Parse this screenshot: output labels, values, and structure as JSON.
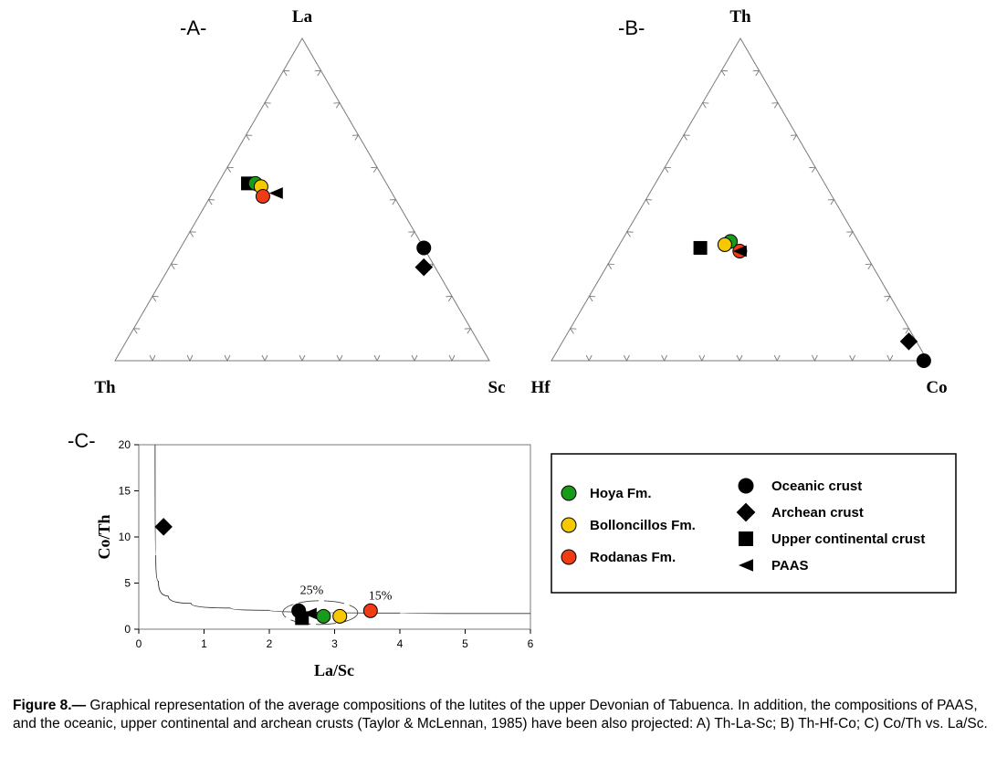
{
  "colors": {
    "hoya": "#1a9a1a",
    "bolloncillos": "#f6c800",
    "rodanas": "#f03c14",
    "reference": "#000000",
    "frame": "#7a7a7a"
  },
  "chart_data": [
    {
      "id": "A",
      "type": "ternary",
      "panel_label": "-A-",
      "vertices": {
        "top": "La",
        "left": "Th",
        "right": "Sc"
      },
      "ticks_per_side": 10,
      "points": [
        {
          "name": "Upper continental crust",
          "marker": "square",
          "Th": 0.37,
          "La": 0.55,
          "Sc": 0.08
        },
        {
          "name": "Hoya Fm.",
          "marker": "circle",
          "Th": 0.35,
          "La": 0.55,
          "Sc": 0.1
        },
        {
          "name": "Bolloncillos Fm.",
          "marker": "circle",
          "Th": 0.34,
          "La": 0.54,
          "Sc": 0.12
        },
        {
          "name": "Rodanas Fm.",
          "marker": "circle",
          "Th": 0.35,
          "La": 0.51,
          "Sc": 0.14
        },
        {
          "name": "PAAS",
          "marker": "triangle-left",
          "Th": 0.31,
          "La": 0.52,
          "Sc": 0.17
        },
        {
          "name": "Oceanic crust",
          "marker": "circle",
          "Th": 0.0,
          "La": 0.35,
          "Sc": 0.65
        },
        {
          "name": "Archean crust",
          "marker": "diamond",
          "Th": 0.03,
          "La": 0.29,
          "Sc": 0.68
        }
      ]
    },
    {
      "id": "B",
      "type": "ternary",
      "panel_label": "-B-",
      "vertices": {
        "top": "Th",
        "left": "Hf",
        "right": "Co"
      },
      "ticks_per_side": 10,
      "points": [
        {
          "name": "Upper continental crust",
          "marker": "square",
          "Hf": 0.43,
          "Th": 0.35,
          "Co": 0.22
        },
        {
          "name": "Hoya Fm.",
          "marker": "circle",
          "Hf": 0.34,
          "Th": 0.37,
          "Co": 0.29
        },
        {
          "name": "Bolloncillos Fm.",
          "marker": "circle",
          "Hf": 0.36,
          "Th": 0.36,
          "Co": 0.28
        },
        {
          "name": "Rodanas Fm.",
          "marker": "circle",
          "Hf": 0.33,
          "Th": 0.34,
          "Co": 0.33
        },
        {
          "name": "PAAS",
          "marker": "triangle-left",
          "Hf": 0.33,
          "Th": 0.34,
          "Co": 0.33
        },
        {
          "name": "Archean crust",
          "marker": "diamond",
          "Hf": 0.02,
          "Th": 0.06,
          "Co": 0.92
        },
        {
          "name": "Oceanic crust",
          "marker": "circle",
          "Hf": 0.01,
          "Th": 0.0,
          "Co": 0.99
        }
      ]
    },
    {
      "id": "C",
      "type": "scatter",
      "panel_label": "-C-",
      "xlabel": "La/Sc",
      "ylabel": "Co/Th",
      "xlim": [
        0,
        6
      ],
      "ylim": [
        0,
        20
      ],
      "xticks": [
        "0",
        "1",
        "2",
        "3",
        "4",
        "5",
        "6"
      ],
      "yticks": [
        "0",
        "5",
        "10",
        "15",
        "20"
      ],
      "points": [
        {
          "name": "Archean crust",
          "marker": "diamond",
          "x": 0.38,
          "y": 11.1
        },
        {
          "name": "Oceanic crust",
          "marker": "circle",
          "x": 2.45,
          "y": 2.0
        },
        {
          "name": "Upper continental crust",
          "marker": "square",
          "x": 2.5,
          "y": 1.2
        },
        {
          "name": "PAAS",
          "marker": "triangle-left",
          "x": 2.62,
          "y": 1.7
        },
        {
          "name": "Hoya Fm.",
          "marker": "circle",
          "x": 2.83,
          "y": 1.4
        },
        {
          "name": "Bolloncillos Fm.",
          "marker": "circle",
          "x": 3.08,
          "y": 1.4
        },
        {
          "name": "Rodanas Fm.",
          "marker": "circle",
          "x": 3.55,
          "y": 2.0
        }
      ],
      "curve": [
        [
          0.25,
          20
        ],
        [
          0.26,
          8
        ],
        [
          0.3,
          5.2
        ],
        [
          0.45,
          3.6
        ],
        [
          0.8,
          2.8
        ],
        [
          1.4,
          2.3
        ],
        [
          2.0,
          2.05
        ],
        [
          2.8,
          1.85
        ],
        [
          4.0,
          1.75
        ],
        [
          6.0,
          1.7
        ]
      ],
      "annotations": [
        {
          "text": "25%",
          "x": 2.65,
          "y": 3.8
        },
        {
          "text": "15%",
          "x": 3.7,
          "y": 3.2
        }
      ]
    }
  ],
  "legend": {
    "left": [
      {
        "label": "Hoya Fm.",
        "marker": "circle",
        "color": "#1a9a1a"
      },
      {
        "label": "Bolloncillos Fm.",
        "marker": "circle",
        "color": "#f6c800"
      },
      {
        "label": "Rodanas Fm.",
        "marker": "circle",
        "color": "#f03c14"
      }
    ],
    "right": [
      {
        "label": "Oceanic crust",
        "marker": "circle"
      },
      {
        "label": "Archean crust",
        "marker": "diamond"
      },
      {
        "label": "Upper continental crust",
        "marker": "square"
      },
      {
        "label": "PAAS",
        "marker": "triangle-left"
      }
    ]
  },
  "caption": {
    "lead": "Figure 8.—",
    "text": " Graphical representation of the average compositions of the lutites of the upper Devonian of Tabuenca. In addition, the compositions of PAAS, and the oceanic, upper continental and archean crusts (Taylor & McLennan, 1985) have been also projected: A) Th-La-Sc; B) Th-Hf-Co; C) Co/Th vs. La/Sc."
  }
}
